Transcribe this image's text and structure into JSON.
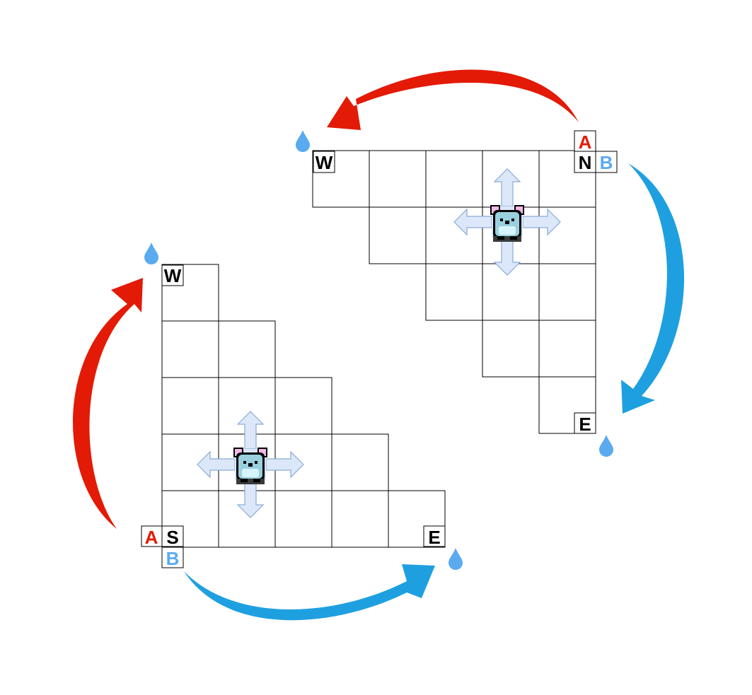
{
  "colors": {
    "grid_line": "#000000",
    "red_arrow": "#e31a06",
    "blue_arrow": "#1ea0e0",
    "drop": "#5aaaf0",
    "move_arrow_fill": "#dce8fa",
    "move_arrow_stroke": "#8aaad6",
    "label_a": "#e31a06",
    "label_b": "#5aaaf0",
    "label_dir": "#000000"
  },
  "icons": {
    "drop": "water-drop-icon",
    "agent": "koala-agent-icon",
    "move": "four-way-move-arrows-icon"
  },
  "left_grid": {
    "rows": [
      1,
      2,
      3,
      4,
      5
    ],
    "agent_cell": {
      "row": 4,
      "col": 2
    },
    "labels": {
      "W": "W",
      "S": "S",
      "E": "E",
      "A": "A",
      "B": "B"
    }
  },
  "right_grid": {
    "rows": [
      [
        0,
        5
      ],
      [
        1,
        4
      ],
      [
        2,
        3
      ],
      [
        3,
        2
      ],
      [
        4,
        1
      ]
    ],
    "agent_cell": {
      "row": 2,
      "col": 4
    },
    "labels": {
      "W": "W",
      "N": "N",
      "E": "E",
      "A": "A",
      "B": "B"
    }
  }
}
